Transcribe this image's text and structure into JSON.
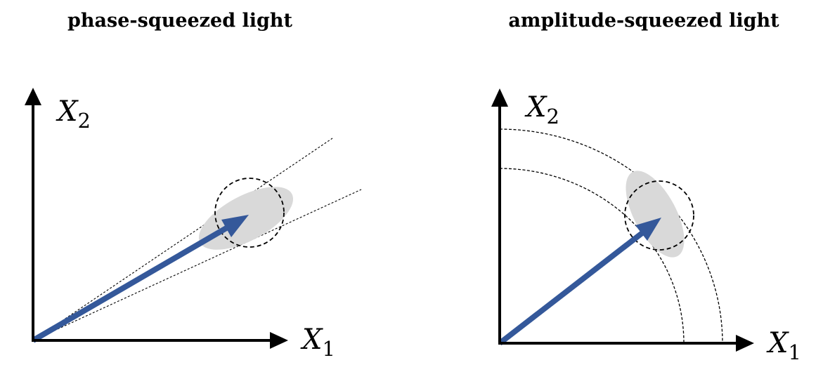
{
  "panels": [
    {
      "title": "phase-squeezed light",
      "x_axis": {
        "symbol": "X",
        "subscript": "1"
      },
      "y_axis": {
        "symbol": "X",
        "subscript": "2"
      }
    },
    {
      "title": "amplitude-squeezed light",
      "x_axis": {
        "symbol": "X",
        "subscript": "1"
      },
      "y_axis": {
        "symbol": "X",
        "subscript": "2"
      }
    }
  ],
  "colors": {
    "axis": "#000000",
    "vector": "#34589a",
    "squeezed_ellipse": "#d9d9d9",
    "guide_lines": "#000000"
  }
}
